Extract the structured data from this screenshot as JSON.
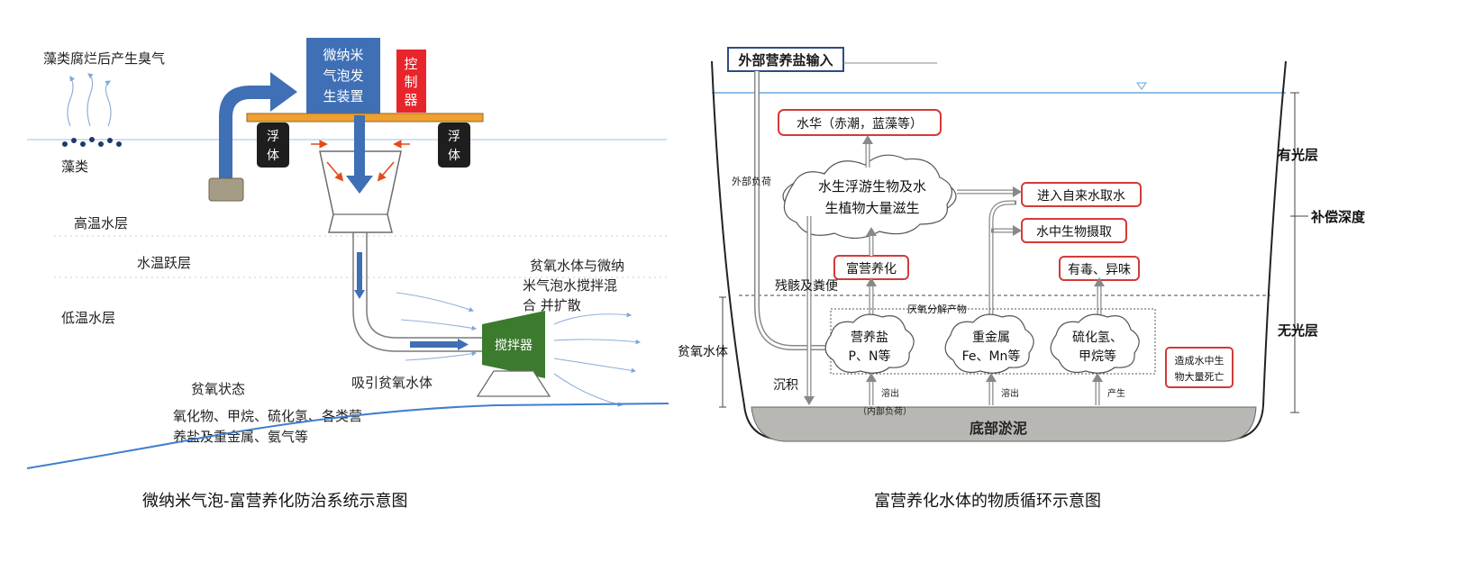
{
  "left": {
    "caption": "微纳米气泡-富营养化防治系统示意图",
    "algae_smell": "藻类腐烂后产生臭气",
    "algae": "藻类",
    "device_lines": [
      "微纳米",
      "气泡发",
      "生装置"
    ],
    "controller_lines": [
      "控",
      "制",
      "器"
    ],
    "float": [
      "浮",
      "体"
    ],
    "high_temp": "高温水层",
    "thermocline": "水温跃层",
    "low_temp": "低温水层",
    "mix_lines": [
      "贫氧水体与微纳",
      "米气泡水搅拌混",
      "合 并扩散"
    ],
    "mixer": "搅拌器",
    "suction": "吸引贫氧水体",
    "anoxic_title": "贫氧状态",
    "anoxic_lines": [
      "氧化物、甲烷、硫化氢、各类营",
      "养盐及重金属、氨气等"
    ]
  },
  "right": {
    "caption": "富营养化水体的物质循环示意图",
    "external_input": "外部营养盐输入",
    "bloom": "水华（赤潮，蓝藻等）",
    "external_load": "外部负荷",
    "plankton_lines": [
      "水生浮游生物及水",
      "生植物大量滋生"
    ],
    "tap_water": "进入自来水取水",
    "uptake": "水中生物摄取",
    "eutrophication": "富营养化",
    "toxic": "有毒、异味",
    "residue": "残骸及粪便",
    "anaerobic": "厌氧分解产物",
    "nutrients_lines": [
      "营养盐",
      "P、N等"
    ],
    "metals_lines": [
      "重金属",
      "Fe、Mn等"
    ],
    "gas_lines": [
      "硫化氢、",
      "甲烷等"
    ],
    "anoxic_water": "贫氧水体",
    "die_lines": [
      "造成水中生",
      "物大量死亡"
    ],
    "sediment_label": "沉积",
    "dissolve1": "溶出",
    "internal_load": "（内部负荷）",
    "dissolve2": "溶出",
    "produce": "产生",
    "sediment": "底部淤泥",
    "photic": "有光层",
    "compensation": "补偿深度",
    "aphotic": "无光层"
  },
  "colors": {
    "blue": "#3f6fb5",
    "navy": "#2e4c85",
    "red_box": "#d43a3a",
    "controller": "#e8252b",
    "float_bar": "#f0a030",
    "mixer": "#3c7a2e",
    "sludge": "#b9b7b3"
  }
}
